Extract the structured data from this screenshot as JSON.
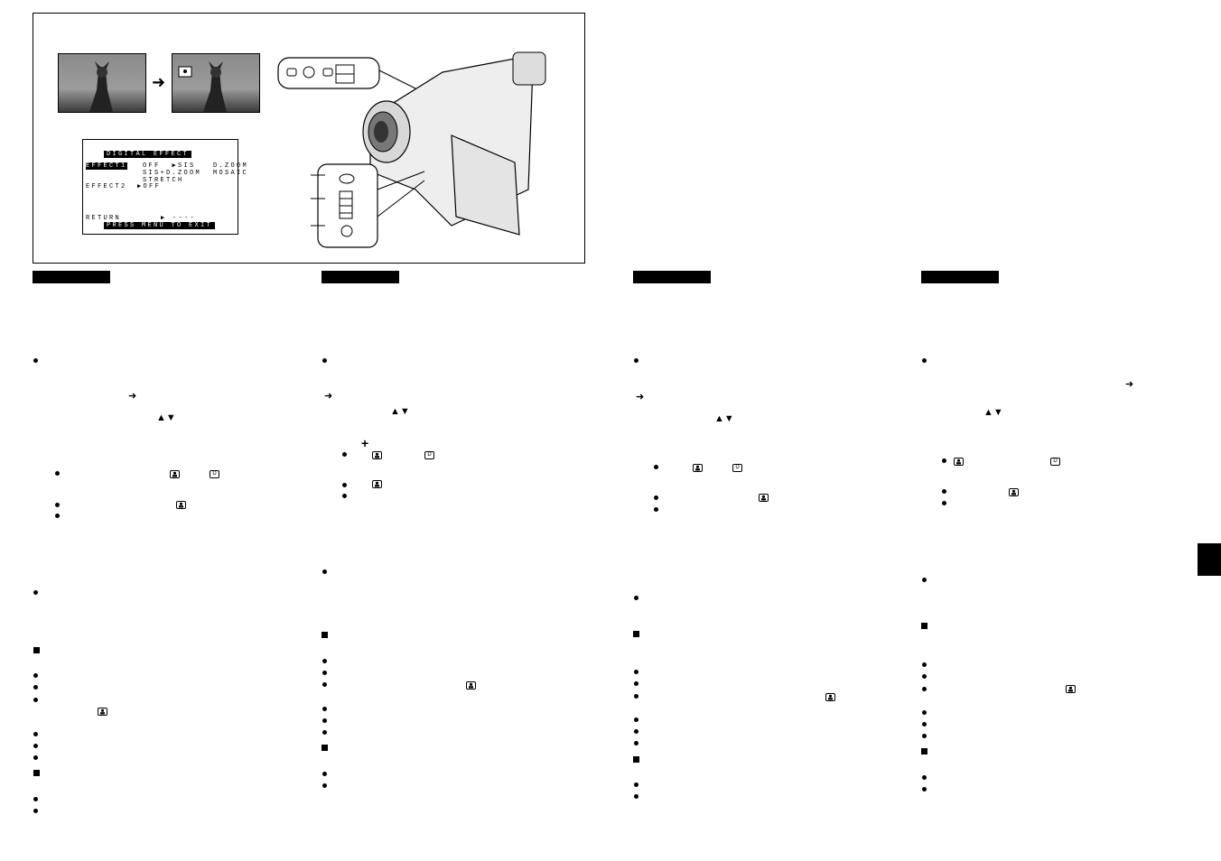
{
  "menu_screen": {
    "title": "DIGITAL EFFECT",
    "effect1_label": "EFFECT1",
    "effect1_options_line1": "OFF  ▶SIS   D.ZOOM",
    "effect1_options_line2": "SIS+D.ZOOM  MOSAIC",
    "effect1_options_line3": "STRETCH",
    "effect2_label": "EFFECT2",
    "effect2_value": "▶OFF",
    "return_label": "RETURN",
    "return_value": "▶ ----",
    "footer": "PRESS MENU TO EXIT"
  },
  "icons": {
    "mode_icon": "person-frame-icon",
    "d_icon_text": "D",
    "arrow_glyph": "➜",
    "up_down_glyph": "▲▼",
    "plus_glyph": "+"
  }
}
